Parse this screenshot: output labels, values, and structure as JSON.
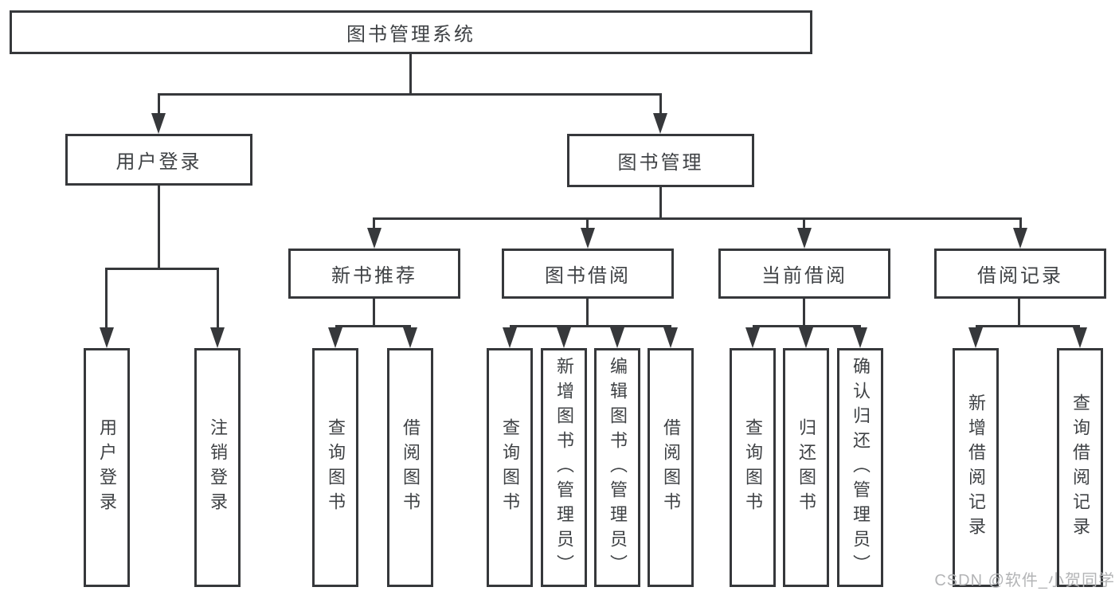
{
  "diagram": {
    "watermark": "CSDN @软件_小贺同学",
    "colors": {
      "line": "#36383b",
      "text": "#3f4245",
      "watermark": "#b3b4b6",
      "background": "#ffffff"
    },
    "tree": {
      "root": {
        "label": "图书管理系统",
        "children": [
          {
            "label": "用户登录",
            "children": [
              {
                "label": "用户登录"
              },
              {
                "label": "注销登录"
              }
            ]
          },
          {
            "label": "图书管理",
            "children": [
              {
                "label": "新书推荐",
                "children": [
                  {
                    "label": "查询图书"
                  },
                  {
                    "label": "借阅图书"
                  }
                ]
              },
              {
                "label": "图书借阅",
                "children": [
                  {
                    "label": "查询图书"
                  },
                  {
                    "label": "新增图书（管理员）"
                  },
                  {
                    "label": "编辑图书（管理员）"
                  },
                  {
                    "label": "借阅图书"
                  }
                ]
              },
              {
                "label": "当前借阅",
                "children": [
                  {
                    "label": "查询图书"
                  },
                  {
                    "label": "归还图书"
                  },
                  {
                    "label": "确认归还（管理员）"
                  }
                ]
              },
              {
                "label": "借阅记录",
                "children": [
                  {
                    "label": "新增借阅记录"
                  },
                  {
                    "label": "查询借阅记录"
                  }
                ]
              }
            ]
          }
        ]
      }
    }
  }
}
